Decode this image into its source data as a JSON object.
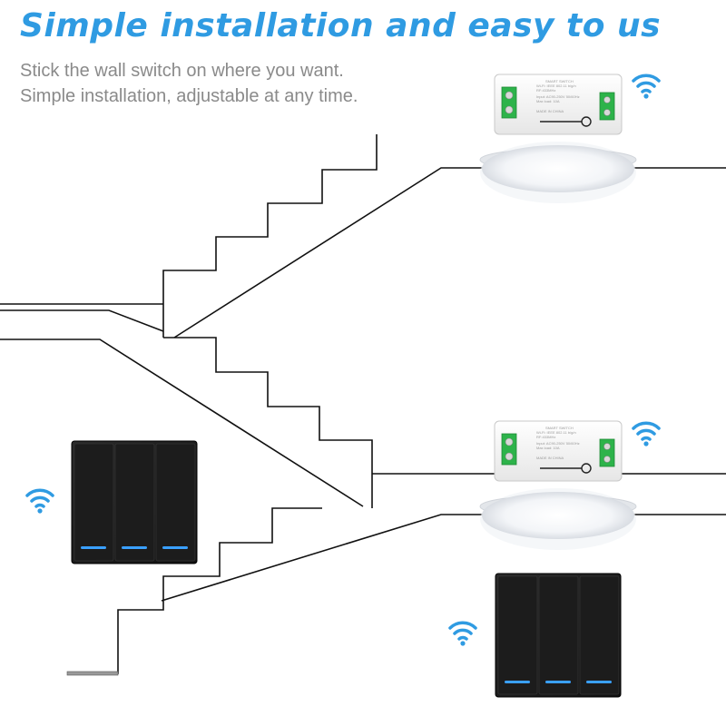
{
  "header": {
    "title": "Simple installation and easy to us",
    "subtitle_line1": "Stick the wall switch on where you want.",
    "subtitle_line2": "Simple installation, adjustable at any time."
  },
  "module_label": {
    "line1": "SMART SWITCH",
    "line2": "Wi-Fi: IEEE 802.11 b/g/n",
    "line3": "RF:433MHz",
    "line4": "Input: AC90-250V 50/60Hz",
    "line5": "Max load: 10A",
    "line6": "MADE IN CHINA"
  },
  "colors": {
    "accent": "#2f9be2",
    "subtitle": "#8a8a8a",
    "wire": "#111111",
    "switch_panel": "#1a1a1a",
    "indicator": "#3aa0ff",
    "terminal": "#2db34a"
  },
  "icons": [
    "wifi-icon",
    "smart-switch-module",
    "ceiling-lamp",
    "wall-switch-3-gang"
  ]
}
